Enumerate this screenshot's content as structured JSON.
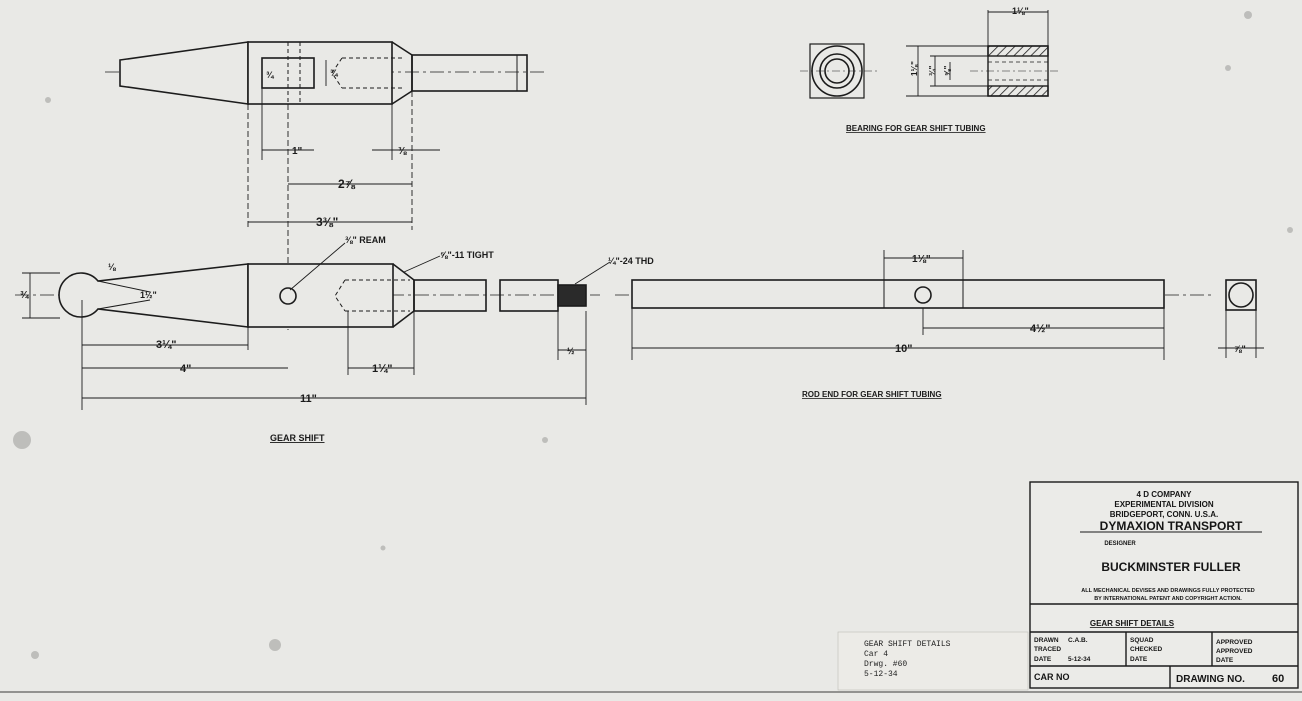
{
  "views": {
    "gear_shift": {
      "title": "GEAR SHIFT",
      "dims": {
        "d_1": "1\"",
        "d_3_8": "⅜",
        "d_2_7_8": "2⅞",
        "d_3_3_8": "3⅜\"",
        "d_3_4_left": "¾",
        "d_3_1_2_small": "1½\"",
        "d_3_1_4": "3¼\"",
        "d_4": "4\"",
        "d_1_1_4": "1¼\"",
        "d_1_2_small": "½",
        "d_11": "11\"",
        "d_3_4_bore": "¾",
        "d_3_4_side": "¾",
        "d_depth": "⅛"
      },
      "notes": {
        "ream": "⅜\" REAM",
        "tight_thread": "⅝\"-11 TIGHT",
        "thread_24": "¼\"-24 THD"
      }
    },
    "bearing": {
      "title": "BEARING FOR GEAR SHIFT TUBING",
      "dims": {
        "length": "1⅛\"",
        "od": "1⅛\"",
        "id_a": "¾\"",
        "id_b": "⅝\""
      }
    },
    "rod_end": {
      "title": "ROD END FOR GEAR SHIFT TUBING",
      "dims": {
        "hole_span": "1⅛\"",
        "from_end": "4½\"",
        "overall": "10\"",
        "square": "⅞\""
      }
    }
  },
  "title_block": {
    "company": "4 D COMPANY",
    "division": "EXPERIMENTAL  DIVISION",
    "location": "BRIDGEPORT, CONN.  U.S.A.",
    "project": "DYMAXION TRANSPORT",
    "designer_label": "DESIGNER",
    "designer": "BUCKMINSTER FULLER",
    "notice_1": "ALL MECHANICAL DEVISES AND DRAWINGS FULLY PROTECTED",
    "notice_2": "BY INTERNATIONAL PATENT AND COPYRIGHT ACTION.",
    "sheet_title": "GEAR SHIFT DETAILS",
    "drawn_label": "DRAWN",
    "drawn_value": "C.A.B.",
    "traced_label": "TRACED",
    "checked_date_label": "DATE",
    "checked_date_value": "5-12-34",
    "squad_label": "SQUAD",
    "checked_label": "CHECKED",
    "date_label": "DATE",
    "approved_1": "APPROVED",
    "approved_2": "APPROVED",
    "approved_date": "DATE",
    "car_no_label": "CAR NO",
    "drawing_no_label": "DRAWING NO.",
    "drawing_no_value": "60"
  },
  "stamp": {
    "line1": "GEAR SHIFT DETAILS",
    "line2": "Car 4",
    "line3": "Drwg. #60",
    "line4": "5-12-34"
  }
}
